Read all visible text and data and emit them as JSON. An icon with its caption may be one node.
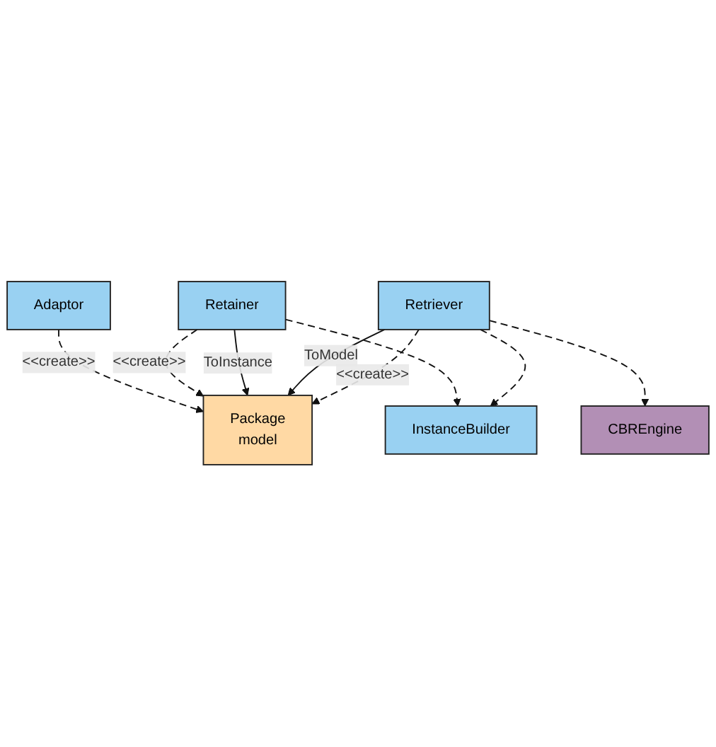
{
  "diagram": {
    "nodes": [
      {
        "text": [
          "Adaptor"
        ]
      },
      {
        "text": [
          "Package",
          "model"
        ]
      },
      {
        "text": [
          "Retainer"
        ]
      },
      {
        "text": [
          "InstanceBuilder"
        ]
      },
      {
        "text": [
          "Retriever"
        ]
      },
      {
        "text": [
          "CBREngine"
        ]
      }
    ],
    "edges": [
      {
        "from": 0,
        "to": 1,
        "arrow": "to",
        "style": "dashed",
        "label": "<<create>>"
      },
      {
        "from": 2,
        "to": 1,
        "arrow": "to",
        "style": "dashed",
        "label": "<<create>>"
      },
      {
        "from": 2,
        "to": 1,
        "arrow": "to",
        "label": "ToInstance"
      },
      {
        "from": 4,
        "to": 1,
        "arrow": "to",
        "label": "ToModel"
      },
      {
        "from": 2,
        "to": 3,
        "arrow": "to",
        "style": "dashed"
      },
      {
        "from": 4,
        "to": 1,
        "arrow": "to",
        "style": "dashed",
        "label": "<<create>>"
      },
      {
        "from": 4,
        "to": 3,
        "arrow": "to",
        "style": "dashed"
      },
      {
        "from": 4,
        "to": 5,
        "arrow": "to",
        "style": "dashed"
      }
    ]
  }
}
